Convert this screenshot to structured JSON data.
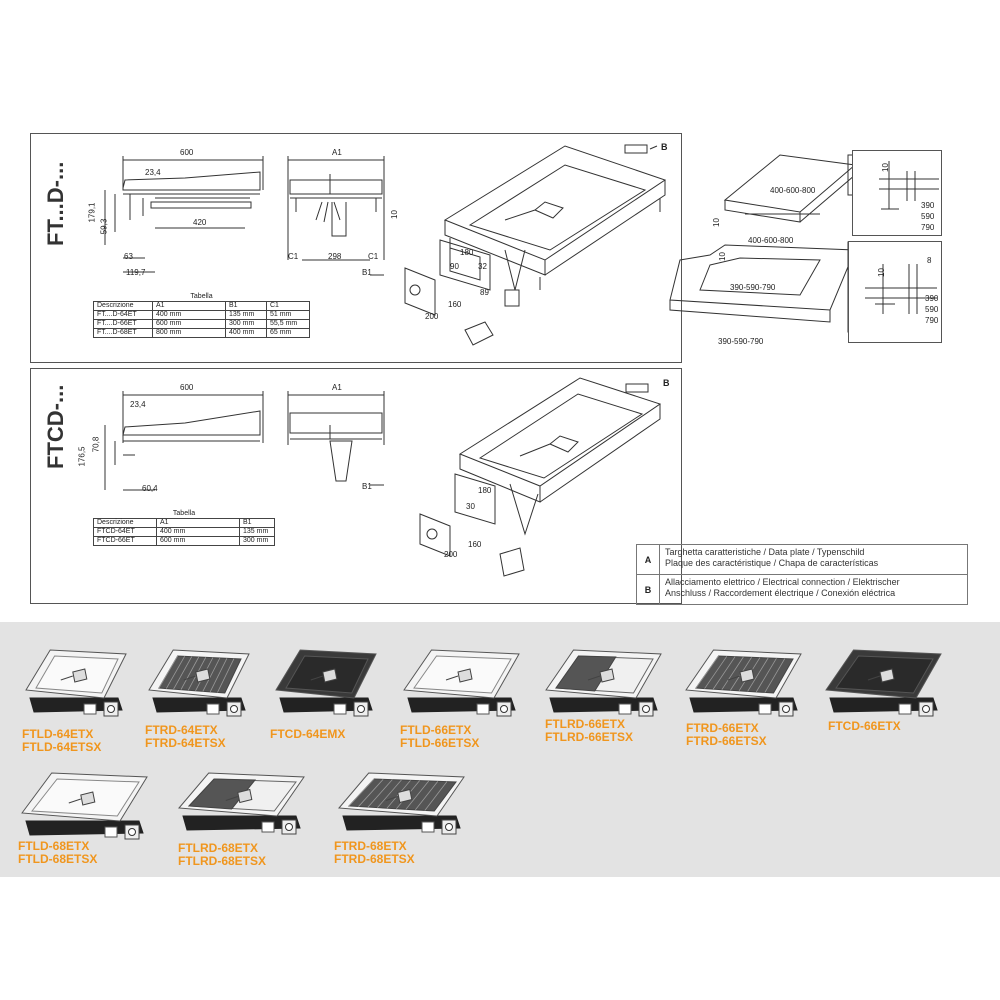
{
  "section1": {
    "title": "FT...D-...",
    "dims": {
      "width": "600",
      "d234": "23,4",
      "d1791": "179,1",
      "d593": "59,3",
      "d420": "420",
      "d63": "63",
      "d1197": "119,7",
      "a1": "A1",
      "c1_left": "C1",
      "d298": "298",
      "c1_right": "C1",
      "b1": "B1",
      "d10": "10",
      "p180": "180",
      "p90": "90",
      "p32": "32",
      "p89": "89",
      "p200": "200",
      "p160": "160",
      "label_b": "B"
    },
    "table": {
      "caption": "Tabella",
      "headers": [
        "Descrizione",
        "A1",
        "B1",
        "C1"
      ],
      "rows": [
        [
          "FT....D-64ET",
          "400 mm",
          "135 mm",
          "51 mm"
        ],
        [
          "FT....D-66ET",
          "600 mm",
          "300 mm",
          "55,5 mm"
        ],
        [
          "FT....D-68ET",
          "800 mm",
          "400 mm",
          "65 mm"
        ]
      ]
    }
  },
  "section2": {
    "title": "FTCD-...",
    "dims": {
      "width": "600",
      "d234": "23,4",
      "d708": "70,8",
      "d1765": "176,5",
      "d604": "60,4",
      "a1": "A1",
      "b1": "B1",
      "p180": "180",
      "p30": "30",
      "p200": "200",
      "p160": "160",
      "label_b": "B"
    },
    "table": {
      "caption": "Tabella",
      "headers": [
        "Descrizione",
        "A1",
        "B1"
      ],
      "rows": [
        [
          "FTCD-64ET",
          "400 mm",
          "135 mm"
        ],
        [
          "FTCD-66ET",
          "600 mm",
          "300 mm"
        ]
      ]
    }
  },
  "installation": {
    "top_label": "400-600-800",
    "front_label": "400-600-800",
    "d10_a": "10",
    "recess_label": "390-590-790",
    "bottom_label": "390-590-790",
    "d10_b": "10",
    "detail1": {
      "d10": "10",
      "v1": "390",
      "v2": "590",
      "v3": "790"
    },
    "detail2": {
      "d10": "10",
      "d8": "8",
      "v1": "390",
      "v2": "590",
      "v3": "790"
    }
  },
  "legend": [
    {
      "key": "A",
      "line1": "Targhetta caratteristiche / Data plate / Typenschild",
      "line2": "Plaque des caractéristique / Chapa de características"
    },
    {
      "key": "B",
      "line1": "Allacciamento elettrico / Electrical connection / Elektrischer",
      "line2": "Anschluss / Raccordement électrique / Conexión eléctrica"
    }
  ],
  "models": [
    {
      "line1": "FTLD-64ETX",
      "line2": "FTLD-64ETSX",
      "surface": "smooth"
    },
    {
      "line1": "FTRD-64ETX",
      "line2": "FTRD-64ETSX",
      "surface": "ribbed"
    },
    {
      "line1": "FTCD-64EMX",
      "line2": "",
      "surface": "chrome"
    },
    {
      "line1": "FTLD-66ETX",
      "line2": "FTLD-66ETSX",
      "surface": "smooth"
    },
    {
      "line1": "FTLRD-66ETX",
      "line2": "FTLRD-66ETSX",
      "surface": "mixed"
    },
    {
      "line1": "FTRD-66ETX",
      "line2": "FTRD-66ETSX",
      "surface": "ribbed"
    },
    {
      "line1": "FTCD-66ETX",
      "line2": "",
      "surface": "chrome"
    },
    {
      "line1": "FTLD-68ETX",
      "line2": "FTLD-68ETSX",
      "surface": "smooth"
    },
    {
      "line1": "FTLRD-68ETX",
      "line2": "FTLRD-68ETSX",
      "surface": "mixed"
    },
    {
      "line1": "FTRD-68ETX",
      "line2": "FTRD-68ETSX",
      "surface": "ribbed"
    }
  ],
  "colors": {
    "model_text": "#f0961e",
    "gallery_bg": "#e3e3e3",
    "line": "#333333"
  }
}
